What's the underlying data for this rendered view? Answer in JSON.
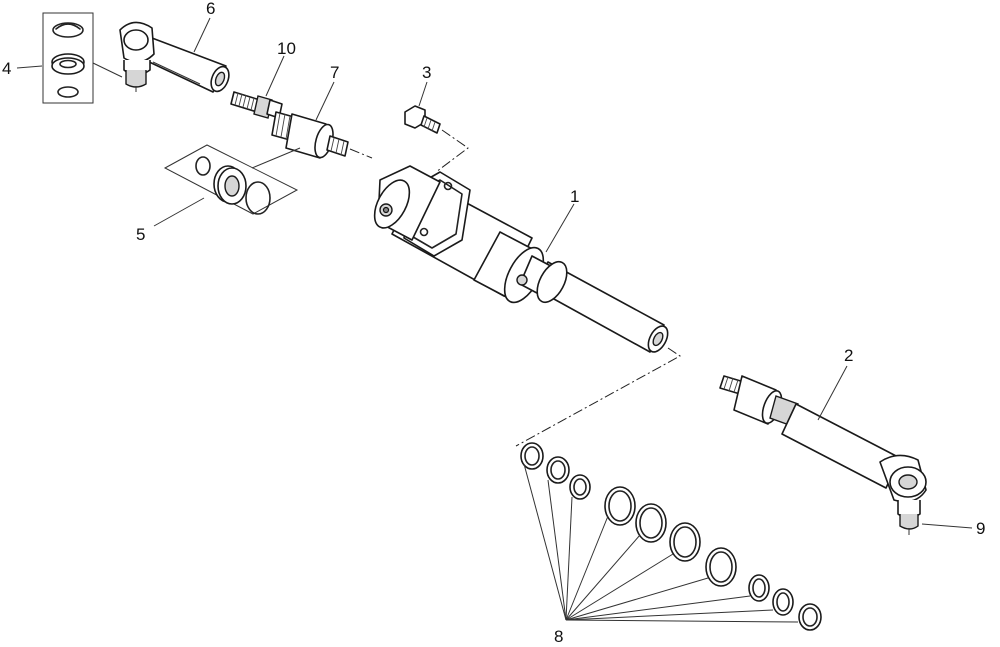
{
  "callouts": {
    "c1": "1",
    "c2": "2",
    "c3": "3",
    "c4": "4",
    "c5": "5",
    "c6": "6",
    "c7": "7",
    "c8": "8",
    "c9": "9",
    "c10": "10"
  },
  "colors": {
    "line": "#1a1a1a",
    "shade": "#d6d6d6",
    "background": "#ffffff"
  }
}
